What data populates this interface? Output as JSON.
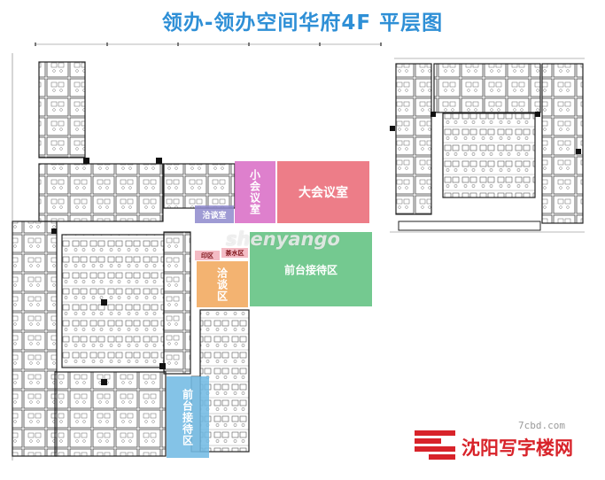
{
  "title": "领办-领办空间华府4F 平层图",
  "zones": {
    "big_meeting": "大会议室",
    "small_meeting": "小会议室",
    "negotiation_small": "洽谈室",
    "print": "印区",
    "water": "茶水区",
    "negotiation_area": "洽谈区",
    "front_desk_main": "前台接待区",
    "front_desk_side": "前台接待区"
  },
  "colors": {
    "title": "#2e8fd6",
    "big_meeting": "#e9606e",
    "small_meeting": "#d86ac4",
    "negotiation_small": "#8e89cc",
    "negotiation_area": "#f1a658",
    "front_desk_main": "#5cbf7c",
    "front_desk_side": "#6fb9e3",
    "logo": "#d8232a"
  },
  "watermark": "shenyango",
  "corner_text": "7cbd.com",
  "logo": {
    "icon": "shenyang-xiezilou-logo-icon",
    "text": "沈阳写字楼网"
  }
}
